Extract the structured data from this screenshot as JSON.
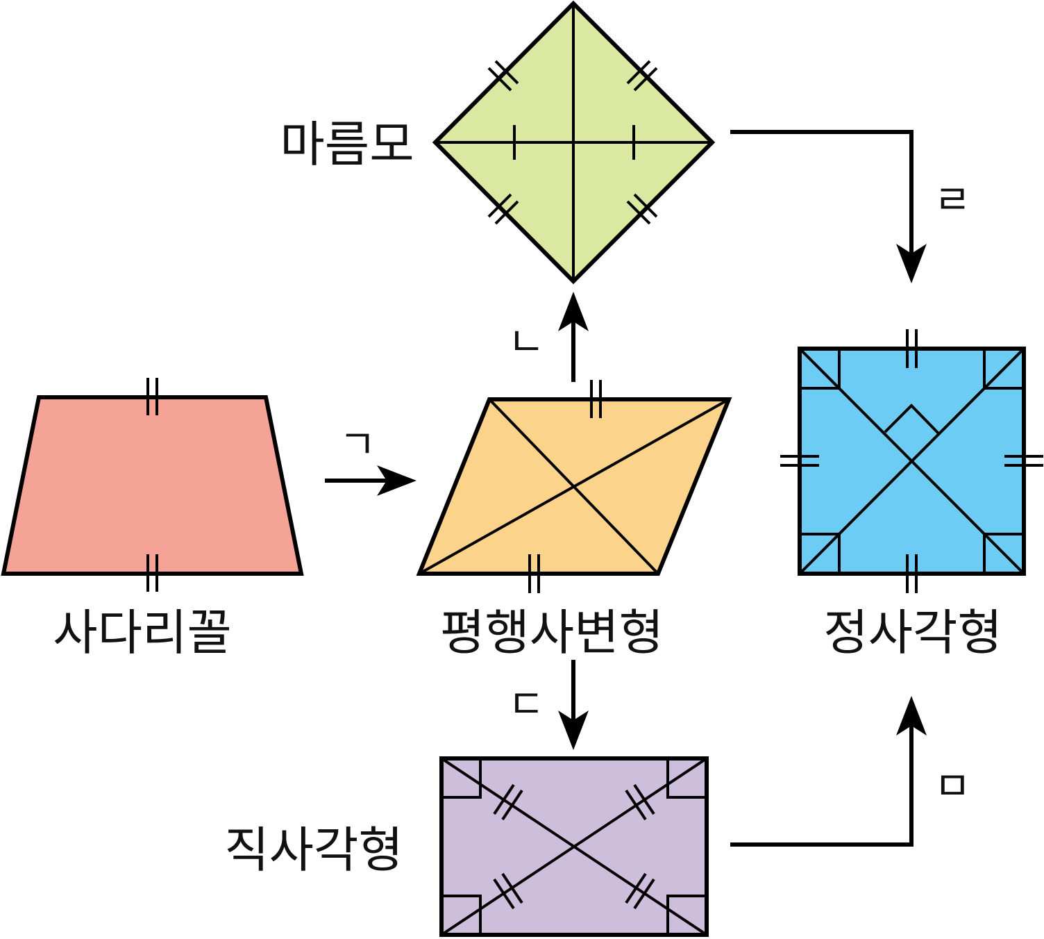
{
  "shapes": {
    "trapezoid": {
      "label": "사다리꼴",
      "fill": "#F5A396"
    },
    "parallelogram": {
      "label": "평행사변형",
      "fill": "#FCD38B"
    },
    "rhombus": {
      "label": "마름모",
      "fill": "#DAE8A1"
    },
    "rectangle": {
      "label": "직사각형",
      "fill": "#CDBEDC"
    },
    "square": {
      "label": "정사각형",
      "fill": "#6CCCF3"
    }
  },
  "steps": {
    "a": "ㄱ",
    "b": "ㄴ",
    "c": "ㄷ",
    "d": "ㄹ",
    "e": "ㅁ"
  }
}
